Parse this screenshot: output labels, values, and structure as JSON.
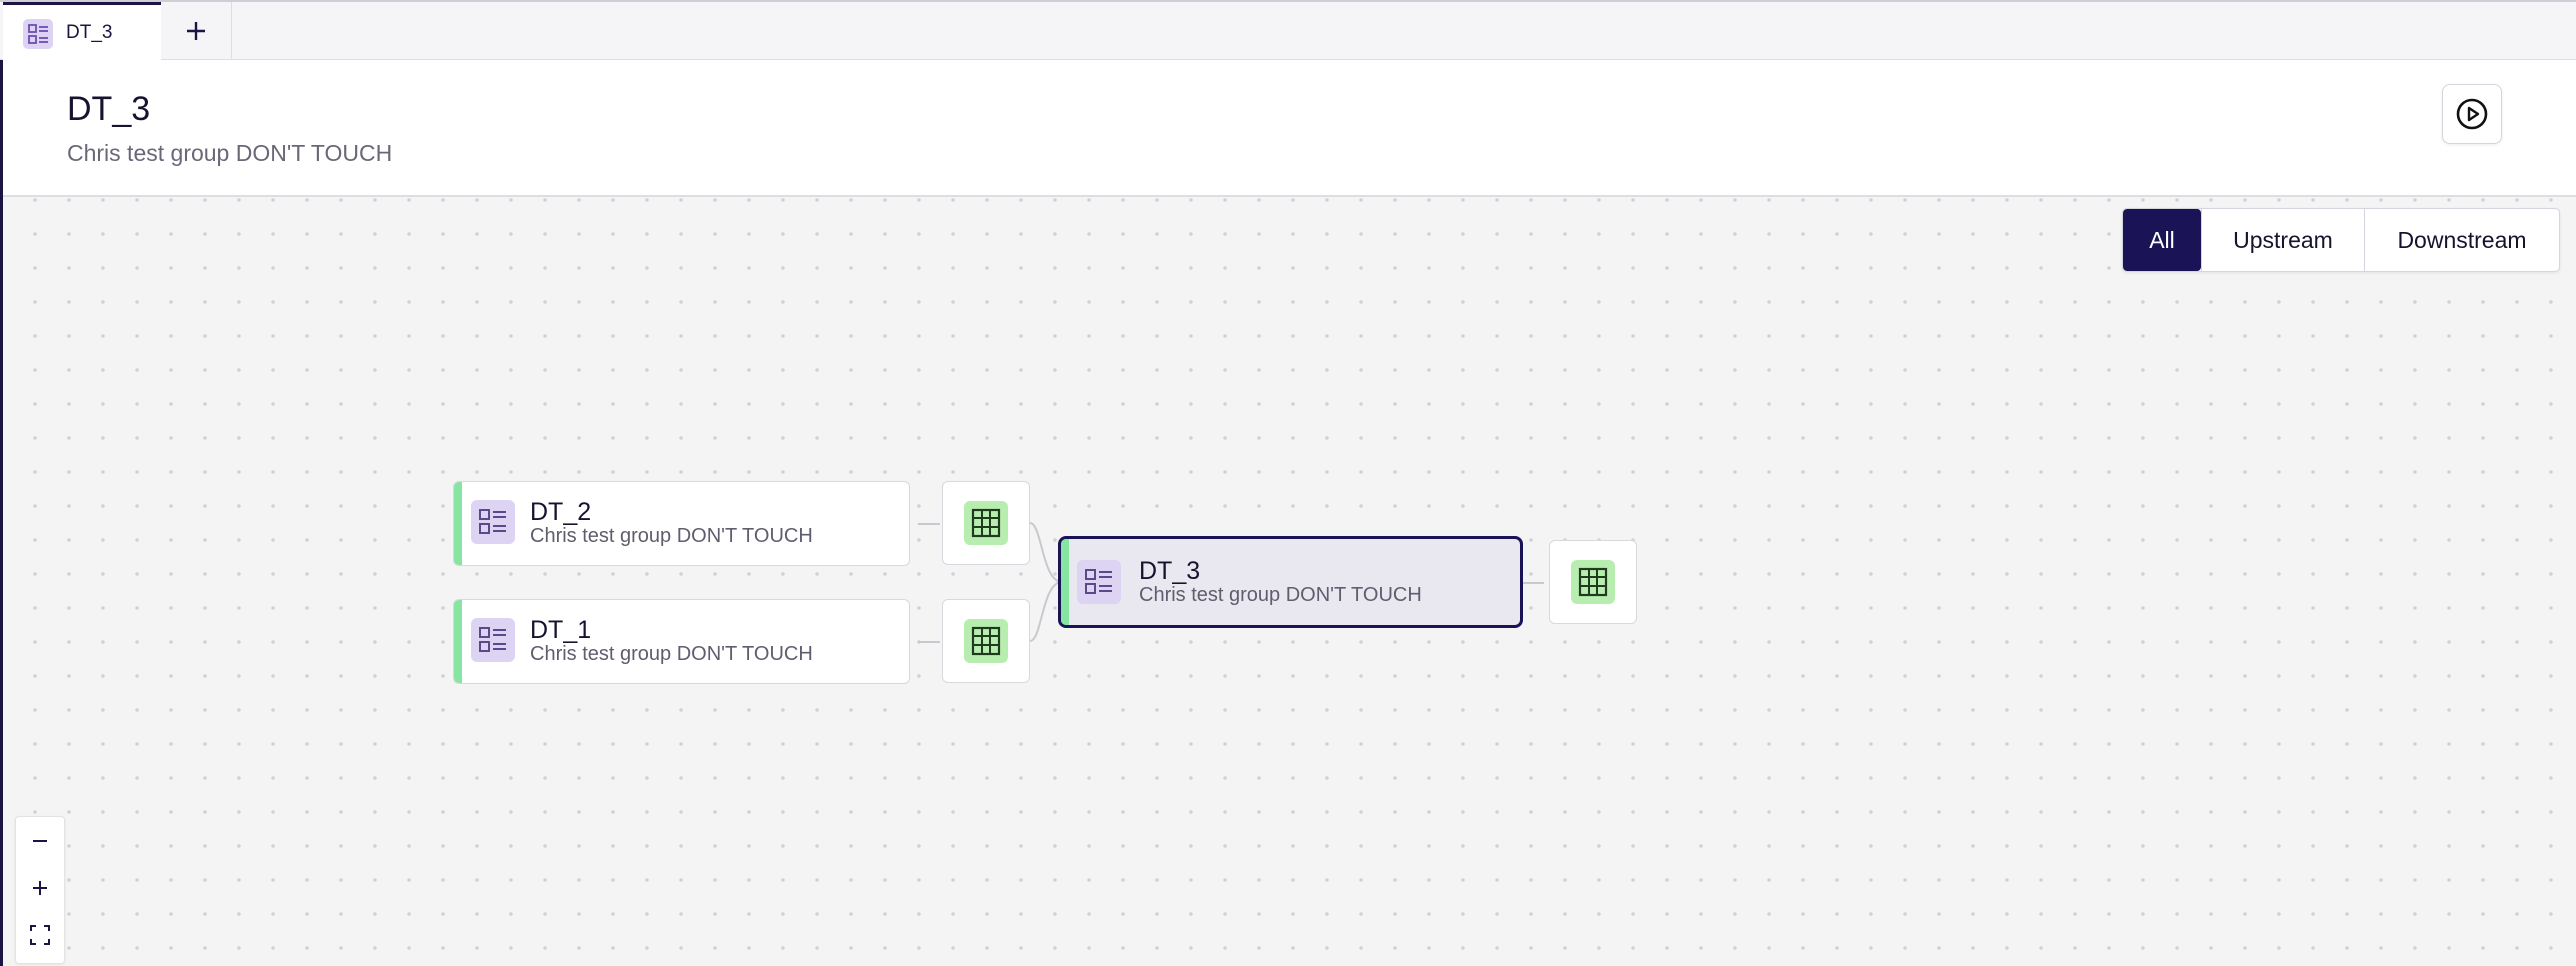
{
  "tabbar": {
    "active_tab": {
      "label": "DT_3",
      "icon": "list-view-icon"
    },
    "new_tab_icon": "plus-icon"
  },
  "header": {
    "title": "DT_3",
    "subtitle": "Chris test group DON'T TOUCH",
    "run_icon": "play-circle-icon"
  },
  "filter": {
    "options": [
      "All",
      "Upstream",
      "Downstream"
    ],
    "selected": "All"
  },
  "graph": {
    "nodes": [
      {
        "title": "DT_2",
        "subtitle": "Chris test group DON'T TOUCH"
      },
      {
        "title": "DT_1",
        "subtitle": "Chris test group DON'T TOUCH"
      },
      {
        "title": "DT_3",
        "subtitle": "Chris test group DON'T TOUCH",
        "selected": true
      }
    ],
    "node_icon": "list-view-icon",
    "output_icon": "table-grid-icon"
  },
  "zoom_controls": {
    "zoom_out_icon": "minus-icon",
    "zoom_in_icon": "plus-icon",
    "fit_icon": "fit-screen-icon"
  },
  "colors": {
    "accent": "#1a1355",
    "node_bar": "#86e5a0",
    "node_icon_bg": "#ddd3f3",
    "table_icon_bg": "#b7eeb0"
  }
}
